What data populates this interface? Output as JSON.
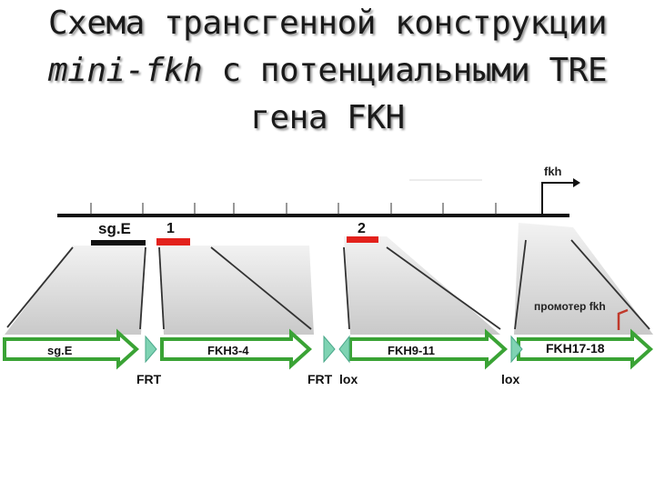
{
  "title": {
    "line1": "Схема трансгенной конструкции",
    "line2_italic": "mini-fkh",
    "line2_rest": " с потенциальными TRE",
    "line3": "гена FKH"
  },
  "genome": {
    "fkh_label": "fkh",
    "sge_label": "sg.E",
    "region1_label": "1",
    "region2_label": "2"
  },
  "construct": {
    "promoter_label": "промотер fkh",
    "segments": [
      "sg.E",
      "FKH3-4",
      "FKH9-11",
      "FKH17-18"
    ],
    "frt_label_1": "FRT",
    "frt_label_2": "FRT",
    "lox_label_1": "lox",
    "lox_label_2": "lox"
  },
  "colors": {
    "arrow_fill": "#ffffff",
    "arrow_stroke": "#3aa335",
    "site_fill": "#7fd3b3",
    "region_red": "#e3211c",
    "promoter_red": "#c0392b",
    "fan_gray": "#d4d4d4"
  }
}
